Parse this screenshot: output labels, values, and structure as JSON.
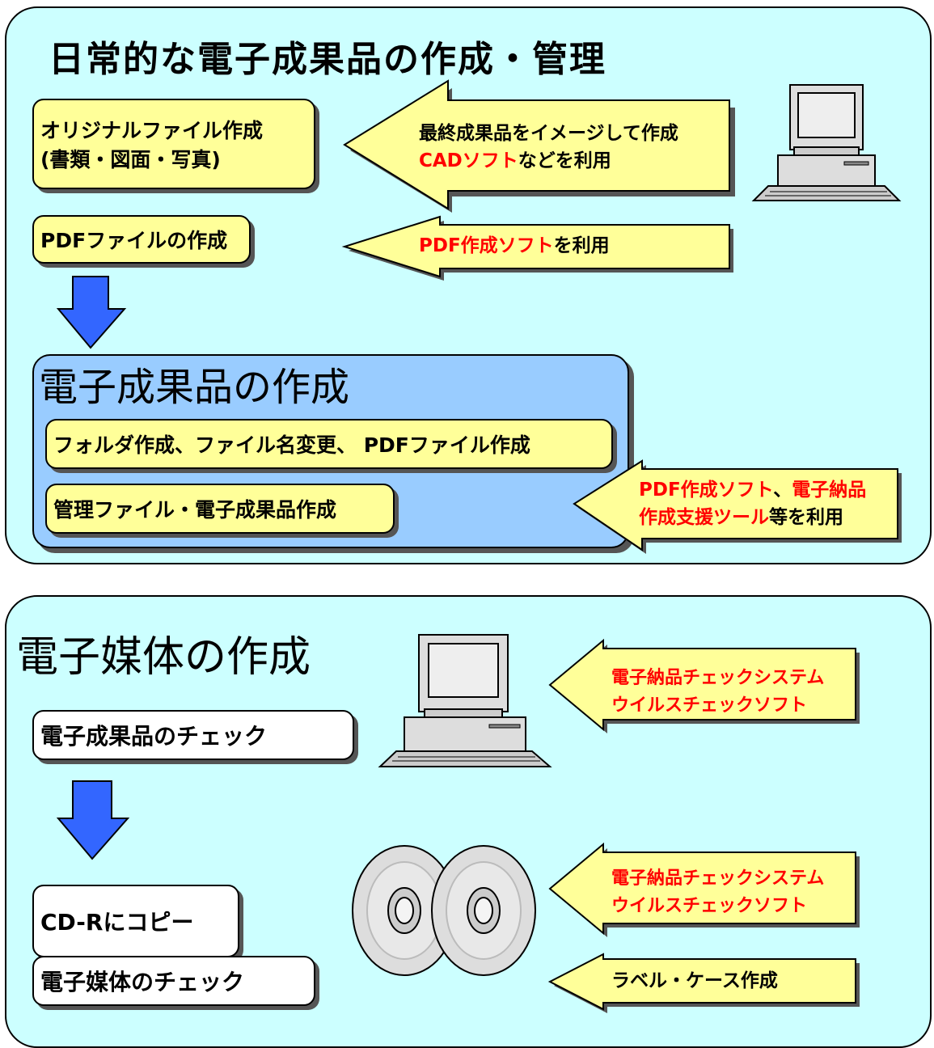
{
  "panel_top": {
    "title": "日常的な電子成果品の作成・管理",
    "box_original": [
      "オリジナルファイル作成",
      "(書類・図面・写真)"
    ],
    "arrow1": {
      "line1": "最終成果品をイメージして作成",
      "line2_red": "CADソフト",
      "line2_black": "などを利用"
    },
    "box_pdf": "PDFファイルの作成",
    "arrow2": {
      "red": "PDF作成ソフト",
      "black": "を利用"
    },
    "section": {
      "title": "電子成果品の作成",
      "box1": "フォルダ作成、ファイル名変更、 PDFファイル作成",
      "box2": "管理ファイル・電子成果品作成"
    },
    "arrow3": {
      "l1_red1": "PDF作成ソフト",
      "l1_black": "、",
      "l1_red2": "電子納品",
      "l2_red": "作成支援ツール",
      "l2_black": "等を利用"
    }
  },
  "panel_bottom": {
    "title": "電子媒体の作成",
    "box_check": "電子成果品のチェック",
    "box_copy": "CD-Rにコピー",
    "box_media": "電子媒体のチェック",
    "arrow4": [
      "電子納品チェックシステム",
      "ウイルスチェックソフト"
    ],
    "arrow5": [
      "電子納品チェックシステム",
      "ウイルスチェックソフト"
    ],
    "arrow6": "ラベル・ケース作成"
  },
  "colors": {
    "panel_bg": "#ccffff",
    "box_yellow": "#ffff99",
    "section_blue": "#99ccff",
    "arrow_blue": "#3366ff",
    "highlight_red": "#ff0000"
  },
  "icons": [
    "computer-icon",
    "computer-icon",
    "cd-disc-icon",
    "cd-disc-icon",
    "down-arrow-icon",
    "left-arrow-icon"
  ]
}
